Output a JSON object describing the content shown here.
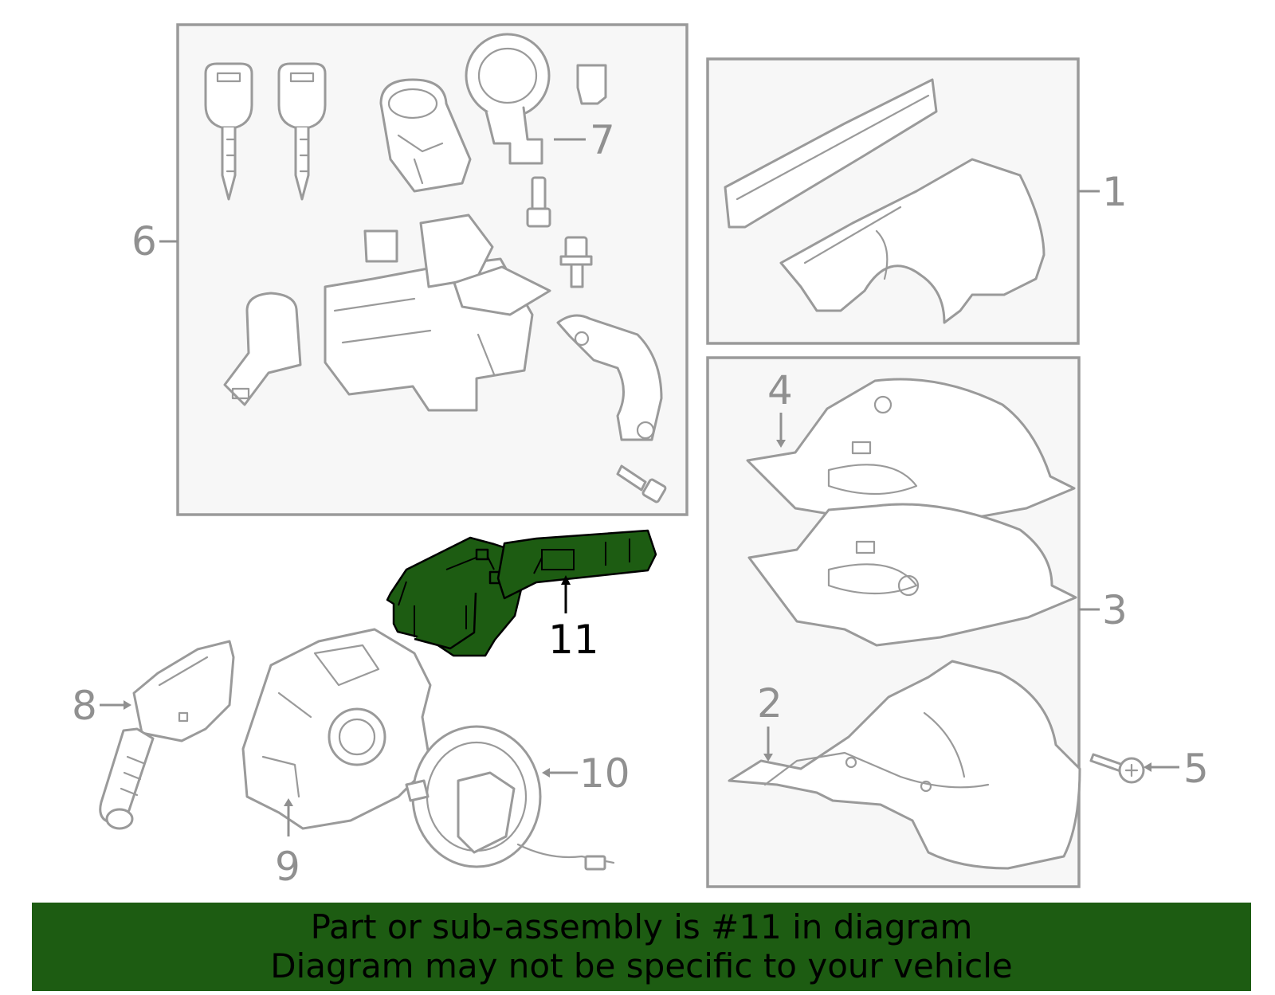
{
  "callouts": {
    "c1": "1",
    "c2": "2",
    "c3": "3",
    "c4": "4",
    "c5": "5",
    "c6": "6",
    "c7": "7",
    "c8": "8",
    "c9": "9",
    "c10": "10",
    "c11": "11"
  },
  "highlighted_part": "11",
  "colors": {
    "highlight": "#1d5c12",
    "banner_bg": "#1d5c12",
    "line_gray": "#9a9a9a",
    "box_fill": "#f7f7f7"
  },
  "banner": {
    "line1": "Part or sub-assembly is #11 in diagram",
    "line2": "Diagram may not be specific to your vehicle"
  }
}
